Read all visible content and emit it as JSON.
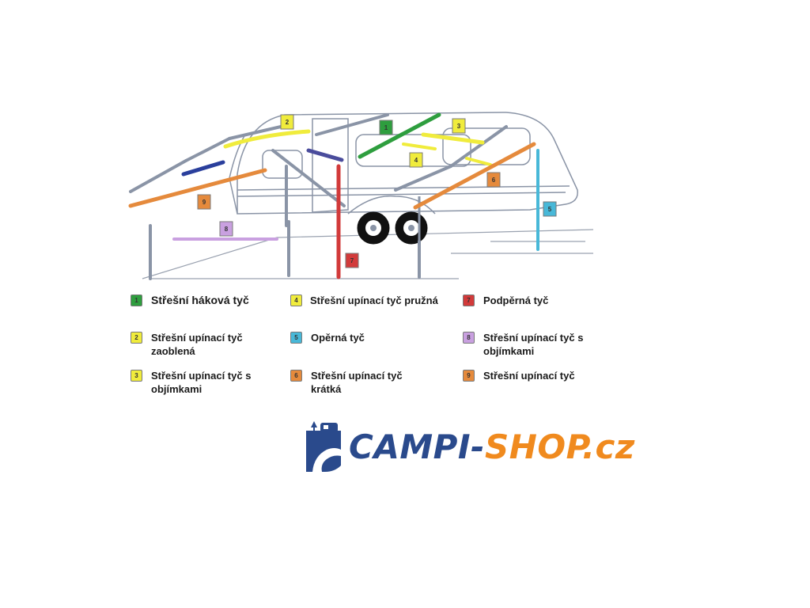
{
  "legend": [
    {
      "num": "1",
      "color": "#2e9e3e",
      "label": "Střešní háková tyč"
    },
    {
      "num": "2",
      "color": "#f0ec3c",
      "label": "Střešní upínací tyč\nzaoblená"
    },
    {
      "num": "3",
      "color": "#f0ec3c",
      "label": "Střešní upínací tyč s\nobjímkami"
    },
    {
      "num": "4",
      "color": "#f0ec3c",
      "label": "Střešní upínací tyč pružná"
    },
    {
      "num": "5",
      "color": "#48b8d8",
      "label": "Opěrná tyč"
    },
    {
      "num": "6",
      "color": "#e58a3c",
      "label": "Střešní upínací tyč\nkrátká"
    },
    {
      "num": "7",
      "color": "#d23a3a",
      "label": "Podpěrná tyč"
    },
    {
      "num": "8",
      "color": "#c9a0e0",
      "label": "Střešní upínací tyč s\nobjímkami"
    },
    {
      "num": "9",
      "color": "#e58a3c",
      "label": "Střešní upínací tyč"
    }
  ],
  "logo": {
    "part1": "CAMPI-",
    "part2": "SHOP.cz",
    "color1": "#2a4a8c",
    "color2": "#f08a1e"
  }
}
